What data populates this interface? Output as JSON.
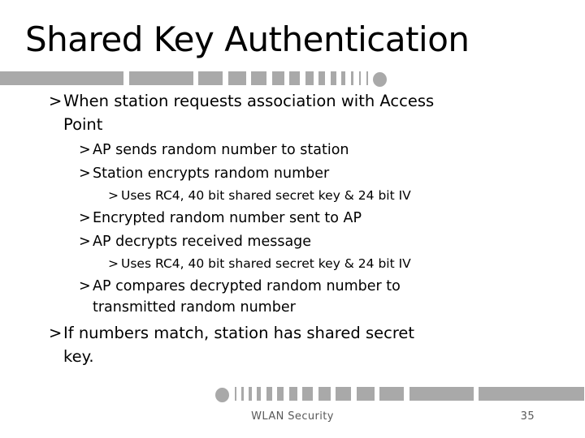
{
  "title": "Shared Key Authentication",
  "bullet_marker": ">",
  "bullets": [
    {
      "level": 1,
      "text": "When station requests association with Access\nPoint"
    },
    {
      "level": 2,
      "text": "AP sends random number to station"
    },
    {
      "level": 2,
      "text": "Station encrypts random number"
    },
    {
      "level": 3,
      "text": "Uses RC4, 40 bit shared secret key & 24 bit IV"
    },
    {
      "level": 2,
      "text": "Encrypted random number sent to AP"
    },
    {
      "level": 2,
      "text": "AP decrypts received message"
    },
    {
      "level": 3,
      "text": "Uses RC4, 40 bit shared secret key & 24 bit IV"
    },
    {
      "level": 2,
      "text": "AP compares decrypted random number to\ntransmitted random number"
    },
    {
      "level": 1,
      "text": "If numbers match, station has shared secret\nkey."
    }
  ],
  "footer": {
    "center": "WLAN Security",
    "page_number": "35"
  },
  "colors": {
    "background": "#ffffff",
    "text": "#000000",
    "decoration_gray": "#a9a9a9",
    "footer_text": "#595959"
  },
  "decoration": {
    "top_bar_widths": [
      152,
      79,
      30,
      22,
      19,
      15,
      13,
      10,
      8,
      7,
      5,
      3.5,
      2.5,
      2
    ],
    "bottom_bar_widths": [
      2,
      2.5,
      3.5,
      5,
      7,
      8,
      10,
      13,
      15,
      19,
      22,
      30,
      79,
      130
    ]
  }
}
